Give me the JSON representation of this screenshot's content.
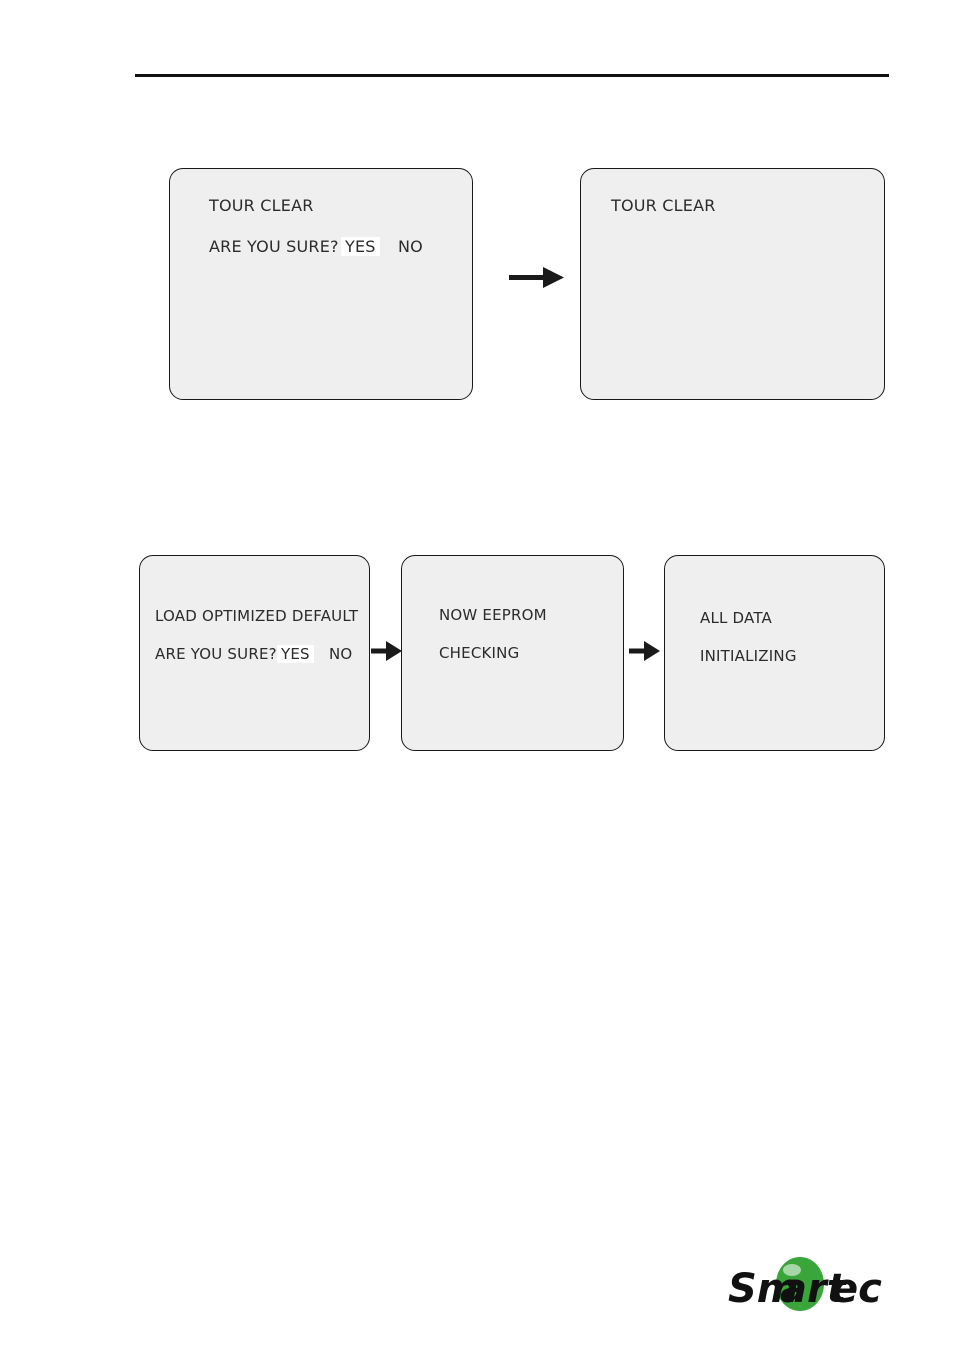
{
  "tour_clear": {
    "confirm_screen": {
      "title": "TOUR CLEAR",
      "question": "ARE YOU SURE?",
      "yes_label": "YES",
      "no_label": "NO"
    },
    "result_screen": {
      "title": "TOUR CLEAR"
    }
  },
  "load_default": {
    "confirm_screen": {
      "title": "LOAD OPTIMIZED DEFAULT",
      "question": "ARE YOU SURE?",
      "yes_label": "YES",
      "no_label": "NO"
    },
    "eeprom_screen": {
      "line1": "NOW EEPROM",
      "line2": "CHECKING"
    },
    "init_screen": {
      "line1": "ALL DATA",
      "line2": "INITIALIZING"
    }
  },
  "logo": {
    "text_left": "Sm",
    "text_mid": "art",
    "text_right": "ec",
    "brand_green": "#3aa53a",
    "brand_black": "#111111"
  },
  "colors": {
    "screen_bg": "#efefef",
    "highlight_bg": "#ffffff"
  }
}
